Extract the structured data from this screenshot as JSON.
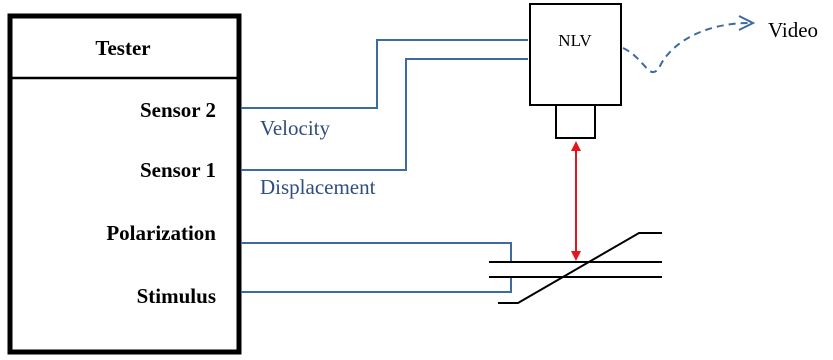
{
  "tester": {
    "title": "Tester",
    "ports": {
      "sensor2": "Sensor 2",
      "sensor1": "Sensor 1",
      "polarization": "Polarization",
      "stimulus": "Stimulus"
    }
  },
  "signals": {
    "velocity": "Velocity",
    "displacement": "Displacement"
  },
  "nlv": {
    "label": "NLV"
  },
  "output": {
    "label": "Video"
  },
  "colors": {
    "wire": "#3d6a9f",
    "label_blue": "#2f4e7a",
    "beam": "#e8141c",
    "outline": "#000000"
  }
}
